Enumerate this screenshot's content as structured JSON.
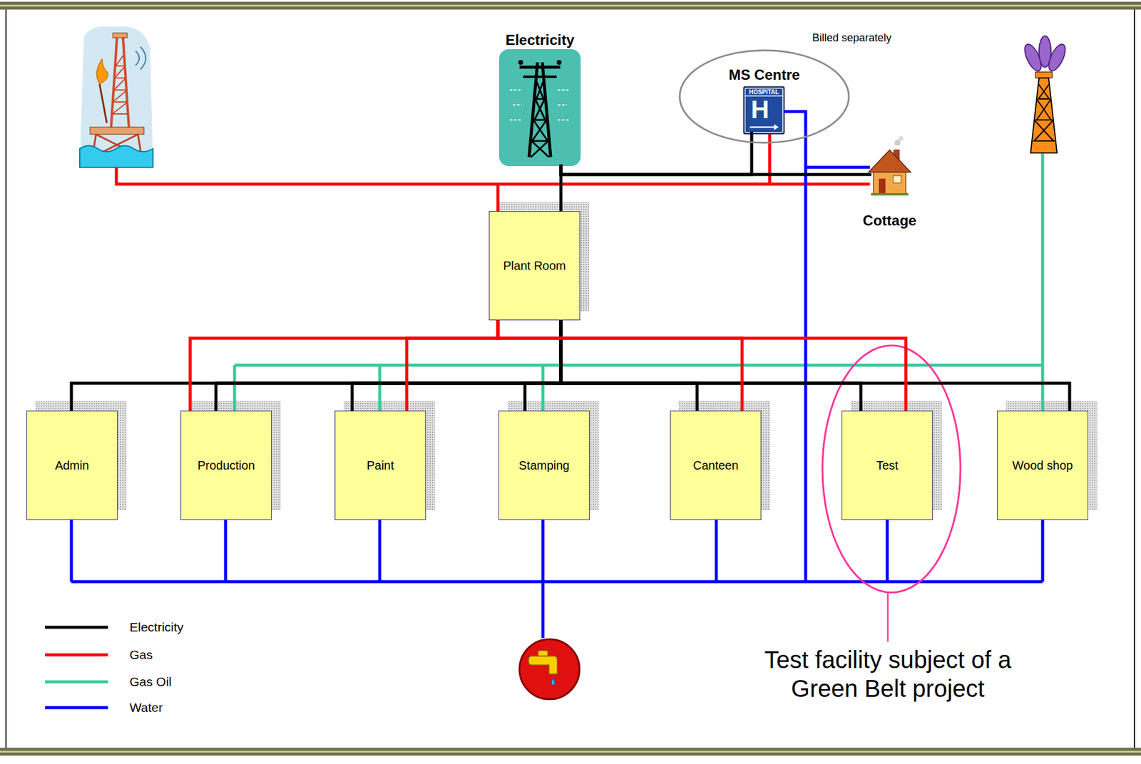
{
  "diagram": {
    "nodes": [
      {
        "text": [
          "Electricity"
        ]
      },
      {
        "text": [
          "MS Centre"
        ]
      },
      {
        "text": [
          "Cottage"
        ]
      },
      {
        "text": [
          "Plant Room"
        ]
      },
      {
        "text": [
          "Admin"
        ]
      },
      {
        "text": [
          "Production"
        ]
      },
      {
        "text": [
          "Paint"
        ]
      },
      {
        "text": [
          "Stamping"
        ]
      },
      {
        "text": [
          "Canteen"
        ]
      },
      {
        "text": [
          "Test"
        ]
      },
      {
        "text": [
          "Wood shop"
        ]
      }
    ],
    "edges": [
      {
        "from": 0,
        "to": 3,
        "arrow": "none"
      },
      {
        "from": 0,
        "to": 1,
        "arrow": "none"
      },
      {
        "from": 0,
        "to": 2,
        "arrow": "none"
      },
      {
        "from": 3,
        "to": 4,
        "arrow": "none"
      },
      {
        "from": 3,
        "to": 5,
        "arrow": "none"
      },
      {
        "from": 3,
        "to": 6,
        "arrow": "none"
      },
      {
        "from": 3,
        "to": 7,
        "arrow": "none"
      },
      {
        "from": 3,
        "to": 8,
        "arrow": "none"
      },
      {
        "from": 3,
        "to": 9,
        "arrow": "none"
      },
      {
        "from": 3,
        "to": 10,
        "arrow": "none"
      },
      {
        "from": 3,
        "to": 5,
        "arrow": "none"
      },
      {
        "from": 3,
        "to": 6,
        "arrow": "none"
      },
      {
        "from": 3,
        "to": 8,
        "arrow": "none"
      },
      {
        "from": 3,
        "to": 9,
        "arrow": "none"
      }
    ],
    "labels": [
      "Billed separately",
      "HOSPITAL",
      "H",
      "Test facility subject of a Green Belt project"
    ],
    "legend": [
      {
        "text": "Electricity",
        "color": "#000000"
      },
      {
        "text": "Gas",
        "color": "#ff0000"
      },
      {
        "text": "Gas Oil",
        "color": "#33cc99"
      },
      {
        "text": "Water",
        "color": "#0000ff"
      }
    ]
  }
}
